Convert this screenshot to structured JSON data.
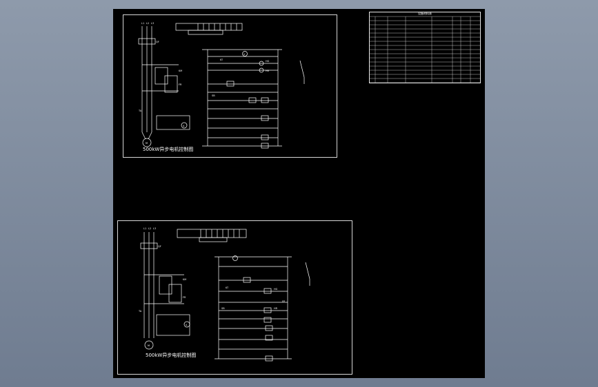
{
  "sheet1": {
    "caption": "500kW异步电机控制图",
    "phases": [
      "L1",
      "L2",
      "L3"
    ],
    "motor_label": "M",
    "labels": [
      "QF",
      "KM",
      "FR",
      "TA",
      "KT",
      "SB",
      "HG",
      "HR",
      "A",
      "V"
    ]
  },
  "sheet2": {
    "caption": "500kW异步电机控制图",
    "phases": [
      "L1",
      "L2",
      "L3"
    ],
    "motor_label": "M",
    "labels": [
      "QF",
      "KM",
      "FR",
      "TA",
      "KT",
      "SB",
      "HG",
      "HR",
      "FP",
      "A"
    ]
  },
  "bom": {
    "title": "设备材料表",
    "rows": 15
  },
  "colors": {
    "background": "#7f8ba0",
    "canvas": "#000000",
    "line": "#ffffff",
    "border": "#d8d8d8"
  }
}
